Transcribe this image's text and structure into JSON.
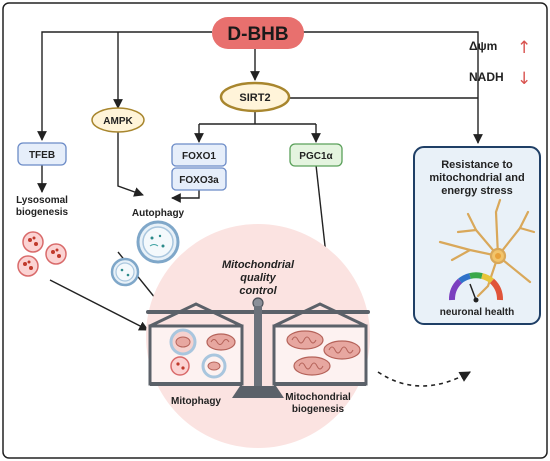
{
  "root": {
    "label": "D-BHB"
  },
  "side_markers": [
    {
      "label": "Δψm",
      "arrow": "↑"
    },
    {
      "label": "NADH",
      "arrow": "↓"
    }
  ],
  "nodes": {
    "sirt2": "SIRT2",
    "ampk": "AMPK",
    "tfeb": "TFEB",
    "foxo1": "FOXO1",
    "foxo3a": "FOXO3a",
    "pgc1a": "PGC1α"
  },
  "processes": {
    "lysosomal_line1": "Lysosomal",
    "lysosomal_line2": "biogenesis",
    "autophagy": "Autophagy"
  },
  "mqc": {
    "title_line1": "Mitochondrial",
    "title_line2": "quality",
    "title_line3": "control",
    "left_label": "Mitophagy",
    "right_label_line1": "Mitochondrial",
    "right_label_line2": "biogenesis"
  },
  "outcome": {
    "title_line1": "Resistance to",
    "title_line2": "mitochondrial and",
    "title_line3": "energy stress",
    "health_label": "neuronal health"
  },
  "colors": {
    "root_fill": "#e8706e",
    "sirt2_fill": "#fff4d9",
    "sirt2_stroke": "#a8862e",
    "ampk_fill": "#fff4d9",
    "tfeb_fill": "#e6eefa",
    "tfeb_stroke": "#6b8bc7",
    "pgc_fill": "#e4f4df",
    "pgc_stroke": "#5aa05a",
    "outcome_fill": "#e9f1f8",
    "outcome_stroke": "#1f3f66",
    "mqc_bg": "#fbe3e1",
    "up_arrow": "#d9534f",
    "down_arrow": "#d9534f"
  }
}
